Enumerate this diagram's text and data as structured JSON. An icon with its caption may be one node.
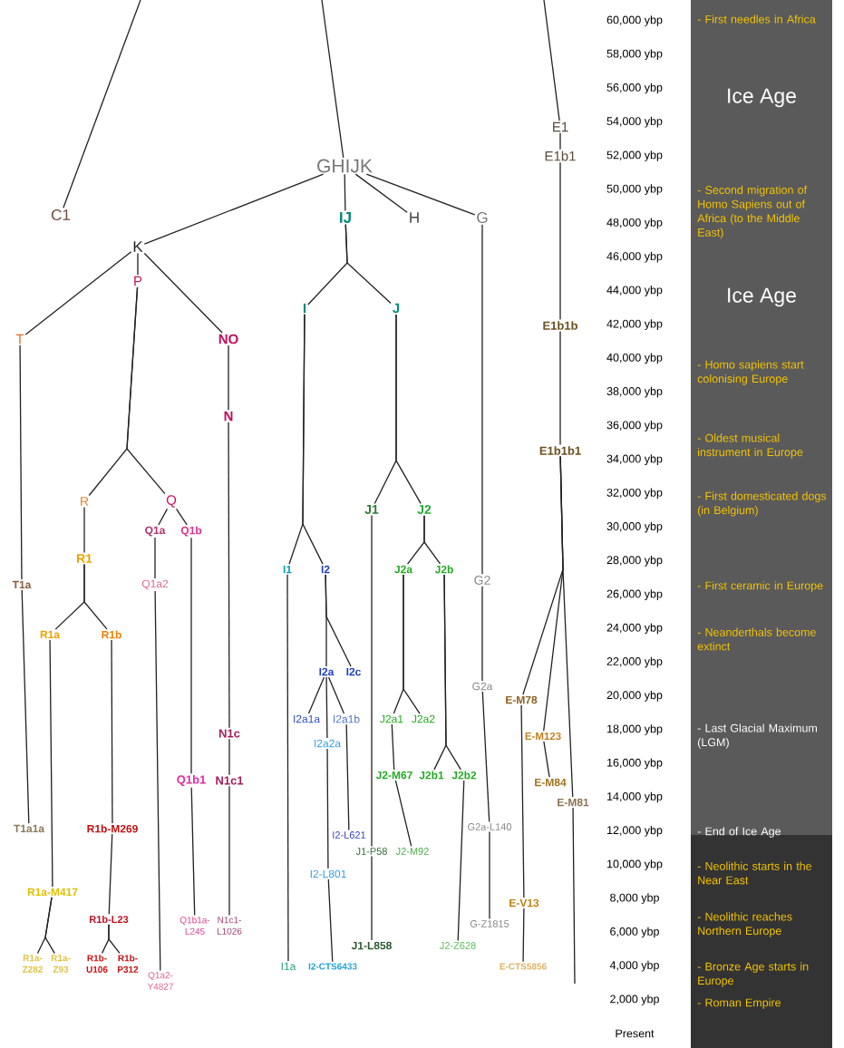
{
  "diagram": {
    "nodes": [
      {
        "text": [
          "C1"
        ]
      },
      {
        "text": [
          "GHIJK"
        ]
      },
      {
        "text": [
          "IJ"
        ]
      },
      {
        "text": [
          "H"
        ]
      },
      {
        "text": [
          "G"
        ]
      },
      {
        "text": [
          "K"
        ]
      },
      {
        "text": [
          "P"
        ]
      },
      {
        "text": [
          "T"
        ]
      },
      {
        "text": [
          "NO"
        ]
      },
      {
        "text": [
          "I"
        ]
      },
      {
        "text": [
          "J"
        ]
      },
      {
        "text": [
          "N"
        ]
      },
      {
        "text": [
          "R"
        ]
      },
      {
        "text": [
          "Q"
        ]
      },
      {
        "text": [
          "Q1a"
        ]
      },
      {
        "text": [
          "Q1b"
        ]
      },
      {
        "text": [
          "R1"
        ]
      },
      {
        "text": [
          "T1a"
        ]
      },
      {
        "text": [
          "Q1a2"
        ]
      },
      {
        "text": [
          "I1"
        ]
      },
      {
        "text": [
          "I2"
        ]
      },
      {
        "text": [
          "J1"
        ]
      },
      {
        "text": [
          "J2"
        ]
      },
      {
        "text": [
          "J2a"
        ]
      },
      {
        "text": [
          "J2b"
        ]
      },
      {
        "text": [
          "G2"
        ]
      },
      {
        "text": [
          "E1"
        ]
      },
      {
        "text": [
          "E1b1"
        ]
      },
      {
        "text": [
          "E1b1b"
        ]
      },
      {
        "text": [
          "E1b1b1"
        ]
      },
      {
        "text": [
          "R1a"
        ]
      },
      {
        "text": [
          "R1b"
        ]
      },
      {
        "text": [
          "I2a"
        ]
      },
      {
        "text": [
          "I2c"
        ]
      },
      {
        "text": [
          "G2a"
        ]
      },
      {
        "text": [
          "E-M78"
        ]
      },
      {
        "text": [
          "I2a1a"
        ]
      },
      {
        "text": [
          "I2a1b"
        ]
      },
      {
        "text": [
          "J2a1"
        ]
      },
      {
        "text": [
          "J2a2"
        ]
      },
      {
        "text": [
          "I2a2a"
        ]
      },
      {
        "text": [
          "E-M123"
        ]
      },
      {
        "text": [
          "N1c"
        ]
      },
      {
        "text": [
          "Q1b1"
        ]
      },
      {
        "text": [
          "N1c1"
        ]
      },
      {
        "text": [
          "J2-M67"
        ]
      },
      {
        "text": [
          "J2b1"
        ]
      },
      {
        "text": [
          "J2b2"
        ]
      },
      {
        "text": [
          "E-M84"
        ]
      },
      {
        "text": [
          "E-M81"
        ]
      },
      {
        "text": [
          "T1a1a"
        ]
      },
      {
        "text": [
          "R1b-M269"
        ]
      },
      {
        "text": [
          "I2-L621"
        ]
      },
      {
        "text": [
          "G2a-L140"
        ]
      },
      {
        "text": [
          "J1-P58"
        ]
      },
      {
        "text": [
          "J2-M92"
        ]
      },
      {
        "text": [
          "I2-L801"
        ]
      },
      {
        "text": [
          "R1a-M417"
        ]
      },
      {
        "text": [
          "E-V13"
        ]
      },
      {
        "text": [
          "R1b-L23"
        ]
      },
      {
        "text": [
          "Q1b1a-L245"
        ]
      },
      {
        "text": [
          "N1c1-L1026"
        ]
      },
      {
        "text": [
          "G-Z1815"
        ]
      },
      {
        "text": [
          "J1-L858"
        ]
      },
      {
        "text": [
          "J2-Z628"
        ]
      },
      {
        "text": [
          "R1a-Z282"
        ]
      },
      {
        "text": [
          "R1a-Z93"
        ]
      },
      {
        "text": [
          "R1b-U106"
        ]
      },
      {
        "text": [
          "R1b-P312"
        ]
      },
      {
        "text": [
          "I1a"
        ]
      },
      {
        "text": [
          "I2-CTS6433"
        ]
      },
      {
        "text": [
          "E-CTS5856"
        ]
      },
      {
        "text": [
          "Q1a2-Y4827"
        ]
      }
    ],
    "edges": [
      {
        "from": null,
        "to": 0,
        "arrow": "none"
      },
      {
        "from": null,
        "to": 1,
        "arrow": "none"
      },
      {
        "from": null,
        "to": 26,
        "arrow": "none"
      },
      {
        "from": 26,
        "to": 27,
        "arrow": "none"
      },
      {
        "from": 27,
        "to": 28,
        "arrow": "none"
      },
      {
        "from": 28,
        "to": 29,
        "arrow": "none"
      },
      {
        "from": 29,
        "to": 35,
        "arrow": "none"
      },
      {
        "from": 29,
        "to": 41,
        "arrow": "none"
      },
      {
        "from": 29,
        "to": 49,
        "arrow": "none"
      },
      {
        "from": 35,
        "to": 58,
        "arrow": "none"
      },
      {
        "from": 58,
        "to": 71,
        "arrow": "none"
      },
      {
        "from": 41,
        "to": 48,
        "arrow": "none"
      },
      {
        "from": 49,
        "to": null,
        "arrow": "none"
      },
      {
        "from": 1,
        "to": 5,
        "arrow": "none"
      },
      {
        "from": 1,
        "to": 2,
        "arrow": "none"
      },
      {
        "from": 1,
        "to": 3,
        "arrow": "none"
      },
      {
        "from": 1,
        "to": 4,
        "arrow": "none"
      },
      {
        "from": 5,
        "to": 7,
        "arrow": "none"
      },
      {
        "from": 5,
        "to": 6,
        "arrow": "none"
      },
      {
        "from": 5,
        "to": 8,
        "arrow": "none"
      },
      {
        "from": 6,
        "to": 12,
        "arrow": "none"
      },
      {
        "from": 6,
        "to": 13,
        "arrow": "none"
      },
      {
        "from": 12,
        "to": 16,
        "arrow": "none"
      },
      {
        "from": 16,
        "to": 30,
        "arrow": "none"
      },
      {
        "from": 16,
        "to": 31,
        "arrow": "none"
      },
      {
        "from": 30,
        "to": 57,
        "arrow": "none"
      },
      {
        "from": 57,
        "to": 65,
        "arrow": "none"
      },
      {
        "from": 57,
        "to": 66,
        "arrow": "none"
      },
      {
        "from": 31,
        "to": 51,
        "arrow": "none"
      },
      {
        "from": 51,
        "to": 59,
        "arrow": "none"
      },
      {
        "from": 59,
        "to": 67,
        "arrow": "none"
      },
      {
        "from": 59,
        "to": 68,
        "arrow": "none"
      },
      {
        "from": 13,
        "to": 14,
        "arrow": "none"
      },
      {
        "from": 13,
        "to": 15,
        "arrow": "none"
      },
      {
        "from": 14,
        "to": 18,
        "arrow": "none"
      },
      {
        "from": 18,
        "to": 72,
        "arrow": "none"
      },
      {
        "from": 15,
        "to": 43,
        "arrow": "none"
      },
      {
        "from": 43,
        "to": 60,
        "arrow": "none"
      },
      {
        "from": 8,
        "to": 11,
        "arrow": "none"
      },
      {
        "from": 11,
        "to": 42,
        "arrow": "none"
      },
      {
        "from": 42,
        "to": 44,
        "arrow": "none"
      },
      {
        "from": 44,
        "to": 61,
        "arrow": "none"
      },
      {
        "from": 7,
        "to": 17,
        "arrow": "none"
      },
      {
        "from": 17,
        "to": 50,
        "arrow": "none"
      },
      {
        "from": 2,
        "to": 9,
        "arrow": "none"
      },
      {
        "from": 2,
        "to": 10,
        "arrow": "none"
      },
      {
        "from": 9,
        "to": 19,
        "arrow": "none"
      },
      {
        "from": 9,
        "to": 20,
        "arrow": "none"
      },
      {
        "from": 19,
        "to": 69,
        "arrow": "none"
      },
      {
        "from": 20,
        "to": 32,
        "arrow": "none"
      },
      {
        "from": 20,
        "to": 33,
        "arrow": "none"
      },
      {
        "from": 32,
        "to": 36,
        "arrow": "none"
      },
      {
        "from": 32,
        "to": 40,
        "arrow": "none"
      },
      {
        "from": 32,
        "to": 37,
        "arrow": "none"
      },
      {
        "from": 40,
        "to": 56,
        "arrow": "none"
      },
      {
        "from": 56,
        "to": 70,
        "arrow": "none"
      },
      {
        "from": 37,
        "to": 52,
        "arrow": "none"
      },
      {
        "from": 10,
        "to": 21,
        "arrow": "none"
      },
      {
        "from": 10,
        "to": 22,
        "arrow": "none"
      },
      {
        "from": 21,
        "to": 54,
        "arrow": "none"
      },
      {
        "from": 54,
        "to": 63,
        "arrow": "none"
      },
      {
        "from": 22,
        "to": 23,
        "arrow": "none"
      },
      {
        "from": 22,
        "to": 24,
        "arrow": "none"
      },
      {
        "from": 23,
        "to": 38,
        "arrow": "none"
      },
      {
        "from": 23,
        "to": 39,
        "arrow": "none"
      },
      {
        "from": 38,
        "to": 45,
        "arrow": "none"
      },
      {
        "from": 45,
        "to": 55,
        "arrow": "none"
      },
      {
        "from": 24,
        "to": 46,
        "arrow": "none"
      },
      {
        "from": 24,
        "to": 47,
        "arrow": "none"
      },
      {
        "from": 47,
        "to": 64,
        "arrow": "none"
      },
      {
        "from": 4,
        "to": 25,
        "arrow": "none"
      },
      {
        "from": 25,
        "to": 34,
        "arrow": "none"
      },
      {
        "from": 34,
        "to": 53,
        "arrow": "none"
      },
      {
        "from": 53,
        "to": 62,
        "arrow": "none"
      }
    ],
    "labels": [
      "60,000 ybp",
      "58,000 ybp",
      "56,000 ybp",
      "54,000 ybp",
      "52,000 ybp",
      "50,000 ybp",
      "48,000 ybp",
      "46,000 ybp",
      "44,000 ybp",
      "42,000 ybp",
      "40,000 ybp",
      "38,000 ybp",
      "36,000 ybp",
      "34,000 ybp",
      "32,000 ybp",
      "30,000 ybp",
      "28,000 ybp",
      "26,000 ybp",
      "24,000 ybp",
      "22,000 ybp",
      "20,000 ybp",
      "18,000 ybp",
      "16,000 ybp",
      "14,000 ybp",
      "12,000 ybp",
      "10,000 ybp",
      "8,000 ybp",
      "6,000 ybp",
      "4,000 ybp",
      "2,000 ybp",
      "Present",
      "- First needles in Africa",
      "Ice Age",
      "- Second migration of Homo Sapiens out of Africa (to the Middle East)",
      "Ice Age",
      "- Homo sapiens start colonising Europe",
      "- Oldest musical instrument in Europe",
      "- First domesticated dogs (in Belgium)",
      "- First ceramic in Europe",
      "- Neanderthals become extinct",
      "- Last Glacial Maximum (LGM)",
      "- End of Ice Age",
      "- Neolithic starts in the Near East",
      "- Neolithic reaches Northern Europe",
      "- Bronze Age starts in Europe",
      "- Roman Empire"
    ]
  }
}
